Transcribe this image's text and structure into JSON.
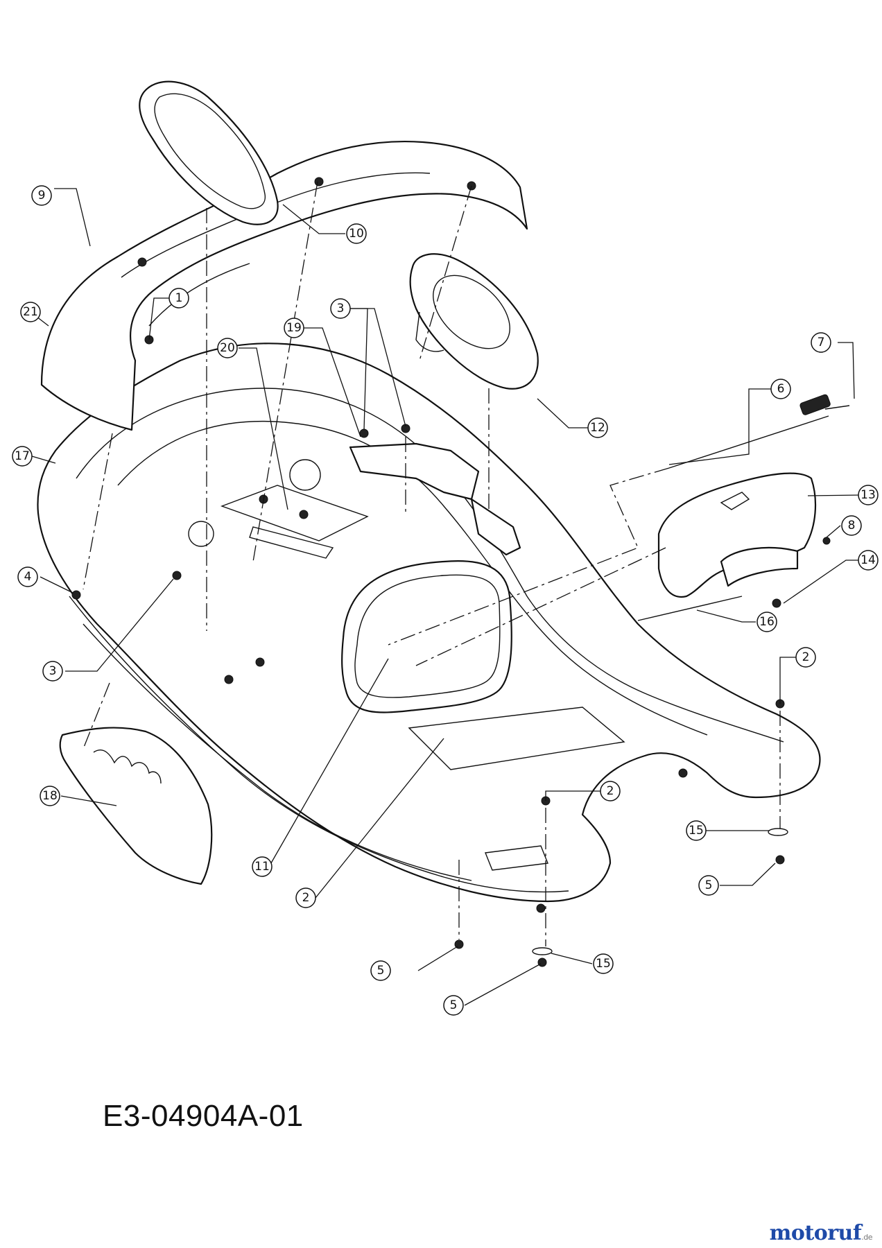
{
  "drawing": {
    "code": "E3-04904A-01"
  },
  "watermark": {
    "brand_main": "motoruf",
    "brand_accent": "",
    "tld": ".de",
    "colors": {
      "main": "#1e4aa8",
      "accent": "#e8a20a"
    }
  },
  "callouts": [
    {
      "id": "c1",
      "label": "1"
    },
    {
      "id": "c2a",
      "label": "2"
    },
    {
      "id": "c2b",
      "label": "2"
    },
    {
      "id": "c2c",
      "label": "2"
    },
    {
      "id": "c3a",
      "label": "3"
    },
    {
      "id": "c3b",
      "label": "3"
    },
    {
      "id": "c4",
      "label": "4"
    },
    {
      "id": "c5a",
      "label": "5"
    },
    {
      "id": "c5b",
      "label": "5"
    },
    {
      "id": "c5c",
      "label": "5"
    },
    {
      "id": "c6",
      "label": "6"
    },
    {
      "id": "c7",
      "label": "7"
    },
    {
      "id": "c8",
      "label": "8"
    },
    {
      "id": "c9",
      "label": "9"
    },
    {
      "id": "c10",
      "label": "10"
    },
    {
      "id": "c11",
      "label": "11"
    },
    {
      "id": "c12",
      "label": "12"
    },
    {
      "id": "c13",
      "label": "13"
    },
    {
      "id": "c14",
      "label": "14"
    },
    {
      "id": "c15a",
      "label": "15"
    },
    {
      "id": "c15b",
      "label": "15"
    },
    {
      "id": "c16",
      "label": "16"
    },
    {
      "id": "c17",
      "label": "17"
    },
    {
      "id": "c18",
      "label": "18"
    },
    {
      "id": "c19",
      "label": "19"
    },
    {
      "id": "c20",
      "label": "20"
    },
    {
      "id": "c21",
      "label": "21"
    }
  ]
}
